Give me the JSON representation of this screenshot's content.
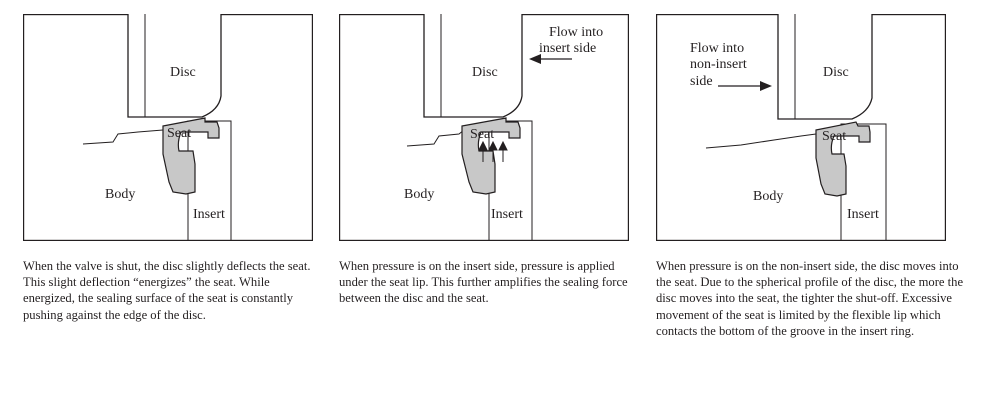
{
  "panels": [
    {
      "labels": {
        "disc": "Disc",
        "seat": "Seat",
        "body": "Body",
        "insert": "Insert"
      },
      "caption": "When the valve is shut, the disc slightly deflects the seat. This slight deflection “energizes” the seat. While energized, the sealing surface of the seat is constantly pushing against the edge of the disc."
    },
    {
      "labels": {
        "disc": "Disc",
        "seat": "Seat",
        "body": "Body",
        "insert": "Insert",
        "flow_line1": "Flow into",
        "flow_line2": "insert side"
      },
      "caption": "When pressure is on the insert side, pressure is applied under the seat lip. This further amplifies the sealing force between the disc and the seat."
    },
    {
      "labels": {
        "disc": "Disc",
        "seat": "Seat",
        "body": "Body",
        "insert": "Insert",
        "flow_line1": "Flow into",
        "flow_line2": "non-insert",
        "flow_line3": "side"
      },
      "caption": "When pressure is on the non-insert side, the disc moves into the seat. Due to the spherical profile of the disc, the more the disc moves into the seat, the tighter the shut-off. Excessive movement of the seat is limited by the flexible lip which contacts the bottom of the groove in the insert ring."
    }
  ],
  "colors": {
    "seat_fill": "#c8c8c8",
    "line": "#231f20"
  }
}
